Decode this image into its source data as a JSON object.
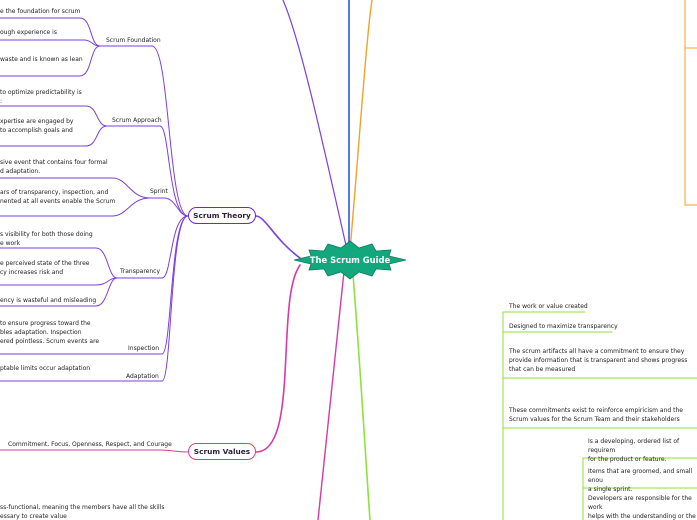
{
  "root": {
    "title": "The Scrum Guide",
    "color": "#13a77d"
  },
  "colors": {
    "theory": "#7b3fe0",
    "values": "#d63aa7",
    "blue": "#2f55e6",
    "orange": "#f0a22a",
    "green": "#8ee23a"
  },
  "scrum_theory": {
    "label": "Scrum Theory",
    "foundation": {
      "label": "Scrum Foundation",
      "items": [
        "e the foundation for scrum",
        "ough experience is",
        "waste and is known as lean"
      ]
    },
    "approach": {
      "label": "Scrum Approach",
      "items": [
        "to optimize predictability is\n:",
        "xpertise are engaged by\n to accomplish goals and"
      ]
    },
    "sprint": {
      "label": "Sprint",
      "items": [
        "sive event that contains four formal\nd adaptation.",
        "ars of transparency, inspection, and\nnented at all events enable the Scrum"
      ]
    },
    "transparency": {
      "label": "Transparency",
      "items": [
        "s visibility for both those doing\ne work",
        "e perceived state of the three\ncy increases risk and",
        "ency is wasteful and misleading"
      ]
    },
    "inspection": {
      "label": "Inspection",
      "items": [
        " to ensure  progress toward the\nbles adaptation. Inspection\nered pointless. Scrum events are"
      ]
    },
    "adaptation": {
      "label": "Adaptation",
      "items": [
        "ptable limits occur adaptation"
      ]
    }
  },
  "scrum_values": {
    "label": "Scrum Values",
    "items": [
      "Commitment, Focus, Openness, Respect, and Courage"
    ]
  },
  "scrum_team": {
    "items": [
      "ss-functional, meaning the members have all the skills\nessary to create value"
    ]
  },
  "artifacts": {
    "items": [
      "The work or value created",
      "Designed to maximize transparency",
      "The scrum artifacts all have a commitment to ensure they\nprovide information that is transparent and shows progress\nthat can be measured",
      "These commitments exist to reinforce empiricism and the\nScrum values for the Scrum Team and their stakeholders"
    ],
    "backlog": [
      "Is a developing, ordered list of requirem\nfor the product or feature.",
      "Items that are groomed, and small enou\na single sprint.",
      "Developers are responsible for the work\nhelps with the understanding or the req\nDev's size the unit of work."
    ]
  }
}
